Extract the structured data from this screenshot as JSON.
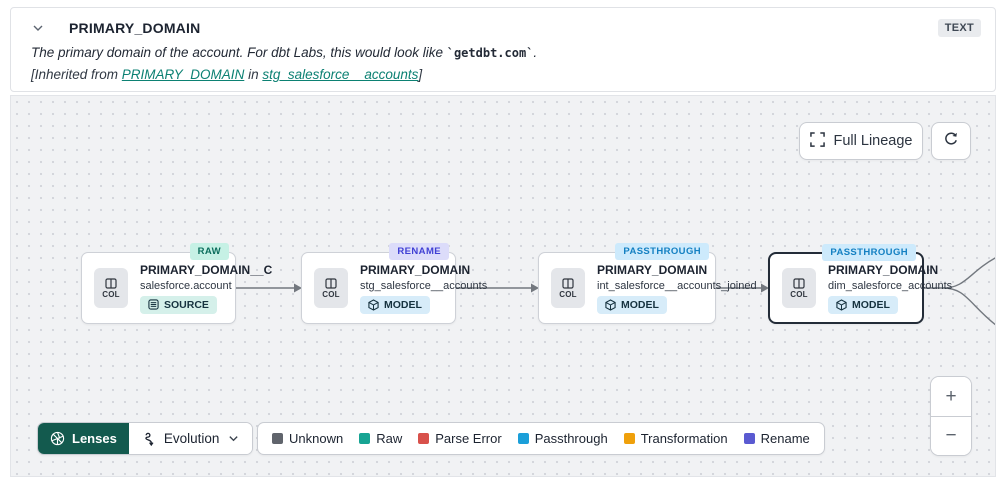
{
  "header": {
    "title": "PRIMARY_DOMAIN",
    "type_badge": "TEXT",
    "description_prefix": "The primary domain of the account. For dbt Labs, this would look like ",
    "description_code": "`getdbt.com`",
    "description_suffix": ".",
    "inherited_prefix": "[Inherited from ",
    "inherited_link_column": "PRIMARY_DOMAIN",
    "inherited_middle": " in ",
    "inherited_link_model": "stg_salesforce__accounts",
    "inherited_suffix": "]"
  },
  "canvas": {
    "full_lineage_label": "Full Lineage",
    "nodes": [
      {
        "badge": "RAW",
        "badge_type": "raw",
        "col_label": "COL",
        "title": "PRIMARY_DOMAIN__C",
        "subtitle": "salesforce.account",
        "kind": "SOURCE"
      },
      {
        "badge": "RENAME",
        "badge_type": "rename",
        "col_label": "COL",
        "title": "PRIMARY_DOMAIN",
        "subtitle": "stg_salesforce__accounts",
        "kind": "MODEL"
      },
      {
        "badge": "PASSTHROUGH",
        "badge_type": "passthrough",
        "col_label": "COL",
        "title": "PRIMARY_DOMAIN",
        "subtitle": "int_salesforce__accounts_joined",
        "kind": "MODEL"
      },
      {
        "badge": "PASSTHROUGH",
        "badge_type": "passthrough",
        "col_label": "COL",
        "title": "PRIMARY_DOMAIN",
        "subtitle": "dim_salesforce_accounts",
        "kind": "MODEL"
      }
    ],
    "zoom_in_label": "+",
    "zoom_out_label": "−"
  },
  "toolbar": {
    "lenses_label": "Lenses",
    "lens_selected_label": "Evolution"
  },
  "legend": {
    "items": [
      {
        "label": "Unknown",
        "color": "#60646c"
      },
      {
        "label": "Raw",
        "color": "#17a493"
      },
      {
        "label": "Parse Error",
        "color": "#d8514b"
      },
      {
        "label": "Passthrough",
        "color": "#1b9fd9"
      },
      {
        "label": "Transformation",
        "color": "#efa00b"
      },
      {
        "label": "Rename",
        "color": "#5a5ad1"
      }
    ]
  },
  "colors": {
    "accent_teal": "#0c8173",
    "lenses_bg": "#135a4e",
    "canvas_bg": "#f1f2f4",
    "edge": "#73787f",
    "selected_border": "#232c38"
  }
}
